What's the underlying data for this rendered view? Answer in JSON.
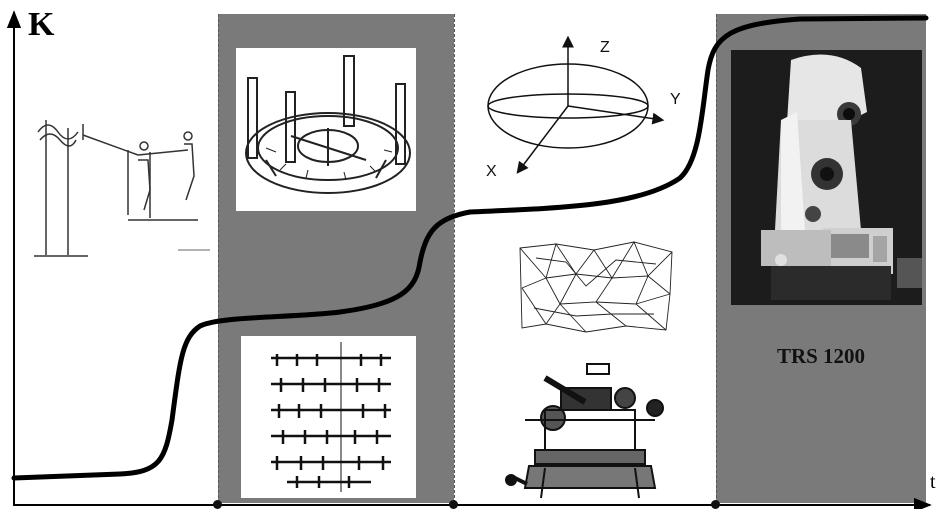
{
  "axes": {
    "y_label": "K",
    "x_label": "t"
  },
  "instrument": {
    "label": "TRS 1200"
  },
  "stereo_axes": {
    "x": "X",
    "y": "Y",
    "z": "Z"
  },
  "colors": {
    "band": "#7a7a7a",
    "curve": "#000000",
    "background": "#ffffff"
  }
}
